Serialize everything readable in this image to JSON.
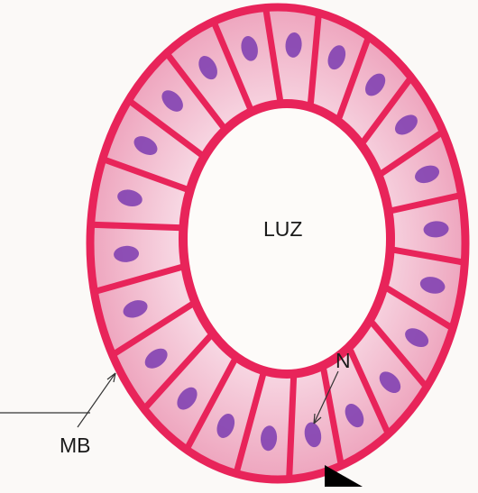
{
  "figure": {
    "labels": {
      "lumen": "LUZ",
      "nucleus": "N",
      "basement_membrane": "MB"
    },
    "colors": {
      "background": "#fbf9f7",
      "cytoplasm": "#f0b3c8",
      "cytoplasm_light": "#f6d3df",
      "membrane": "#e8245a",
      "nucleus": "#7b3bb0",
      "lumen": "#fdfbf9",
      "arrow": "#333333",
      "arrowhead": "#000000"
    },
    "cell_count": 22
  }
}
